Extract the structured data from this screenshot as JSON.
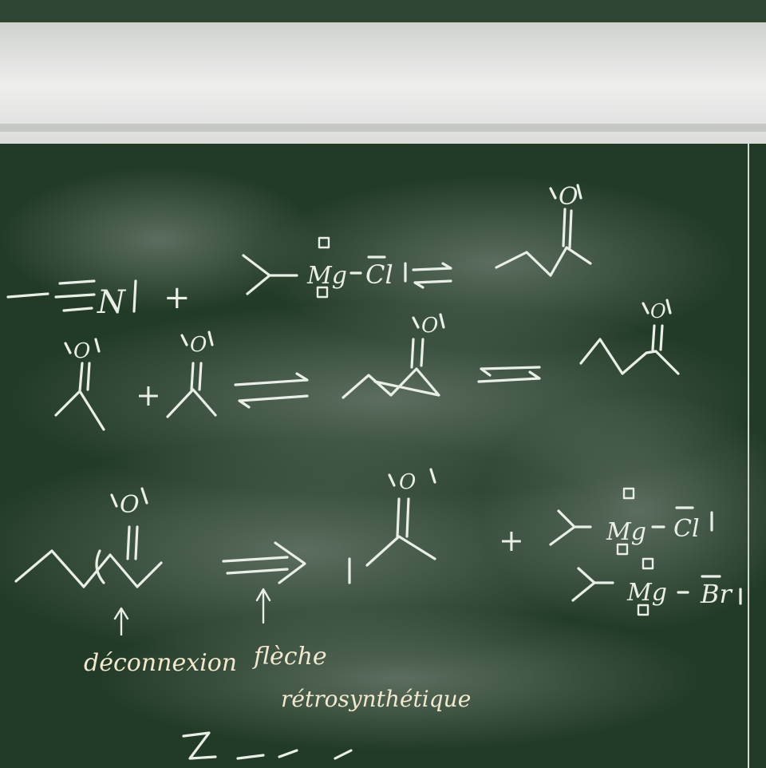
{
  "scene": {
    "subject": "chalkboard retrosynthesis notes",
    "colors": {
      "board": "#223b26",
      "chalk": "#e9eee6",
      "frame": "#e6e6e6"
    }
  },
  "text": {
    "reagent_N": "N",
    "reagent_Mg": "Mg",
    "reagent_Cl": "Cl",
    "reagent_Br": "Br",
    "oxygen_label": "O",
    "plus": "+",
    "label_deconnexion": "déconnexion",
    "label_fleche": "flèche",
    "label_retrosynthetique": "rétrosynthétique"
  }
}
